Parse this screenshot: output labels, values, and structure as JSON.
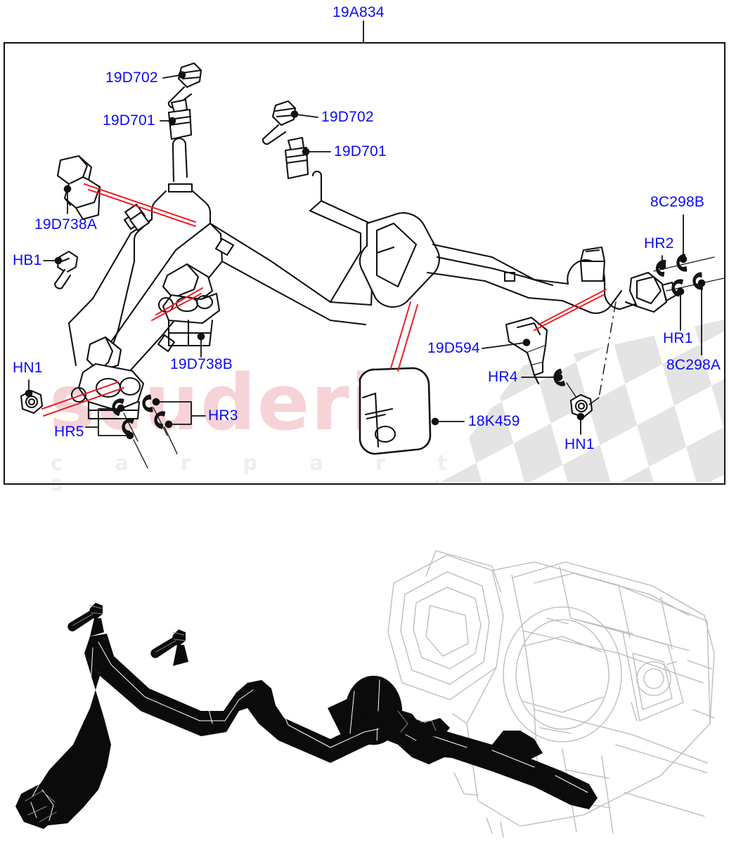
{
  "diagram": {
    "title_callout": "19A834",
    "watermark": {
      "brand": "scuderia",
      "tagline": "c a r  p a r t s"
    },
    "label_color": "#0b0bf5",
    "leader_color": "#111111",
    "highlight_color": "#ee1c25",
    "panel_border_color": "#111111"
  },
  "callouts": [
    {
      "id": "c1",
      "text": "19A834",
      "name": "assembly-heater-hose"
    },
    {
      "id": "c2",
      "text": "19D702",
      "name": "quick-connect-clip-upper-left"
    },
    {
      "id": "c3",
      "text": "19D701",
      "name": "hose-connector-upper-left"
    },
    {
      "id": "c4",
      "text": "19D702",
      "name": "quick-connect-clip-upper-right"
    },
    {
      "id": "c5",
      "text": "19D701",
      "name": "hose-connector-upper-right"
    },
    {
      "id": "c6",
      "text": "19D738A",
      "name": "pipe-clip-a"
    },
    {
      "id": "c7",
      "text": "HB1",
      "name": "bolt-hb1"
    },
    {
      "id": "c8",
      "text": "19D738B",
      "name": "pipe-clip-b"
    },
    {
      "id": "c9",
      "text": "HN1",
      "name": "nut-hn1-left"
    },
    {
      "id": "c10",
      "text": "HR5",
      "name": "retainer-hr5"
    },
    {
      "id": "c11",
      "text": "HR3",
      "name": "retainer-hr3"
    },
    {
      "id": "c12",
      "text": "18K459",
      "name": "grommet-18k459"
    },
    {
      "id": "c13",
      "text": "19D594",
      "name": "coolant-valve-19d594"
    },
    {
      "id": "c14",
      "text": "HR4",
      "name": "retainer-hr4"
    },
    {
      "id": "c15",
      "text": "HN1",
      "name": "nut-hn1-right"
    },
    {
      "id": "c16",
      "text": "8C298B",
      "name": "seal-8c298b"
    },
    {
      "id": "c17",
      "text": "HR2",
      "name": "retainer-hr2"
    },
    {
      "id": "c18",
      "text": "HR1",
      "name": "retainer-hr1"
    },
    {
      "id": "c19",
      "text": "8C298A",
      "name": "seal-8c298a"
    }
  ],
  "lower_illustration": {
    "hose_assembly_name": "heater-hose-assembly-silhouette",
    "hvac_unit_name": "hvac-heater-case-outline"
  }
}
